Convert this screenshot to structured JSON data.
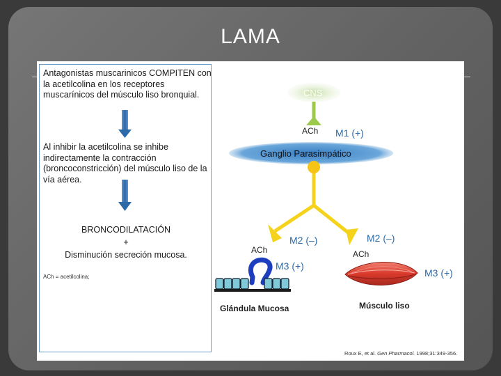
{
  "title": "LAMA",
  "text_panel": {
    "para1": "Antagonistas muscarinicos COMPITEN con la acetilcolina en los receptores muscarínicos del músculo liso bronquial.",
    "para2": "Al inhibir la acetilcolina se inhibe indirectamente la contracción (broncoconstricción) del músculo liso de la vía aérea.",
    "result_line1": "BRONCODILATACIÓN",
    "result_plus": "+",
    "result_line2": "Disminución secreción mucosa.",
    "footnote": "ACh = acetilcolina;"
  },
  "diagram": {
    "cns": "CNS",
    "ach_top": "ACh",
    "m1": "M1 (+)",
    "ganglion": "Ganglio Parasimpático",
    "m2_left": "M2 (–)",
    "m2_right": "M2 (–)",
    "ach_left": "ACh",
    "ach_right": "ACh",
    "m3_left": "M3 (+)",
    "m3_right": "M3 (+)",
    "gland_label": "Glándula Mucosa",
    "muscle_label": "Músculo liso"
  },
  "reference": {
    "authors": "Roux E, et al.",
    "journal": "Gen Pharmacol.",
    "details": "1998;31:349-356."
  },
  "colors": {
    "nerve_yellow": "#f5d31c",
    "cns_green": "#9cc94a",
    "ganglion_blue": "#3d86c8",
    "arrow_blue": "#2f6fb0",
    "gland_teal": "#7fc9d8",
    "muscle_red": "#e04a3a"
  }
}
